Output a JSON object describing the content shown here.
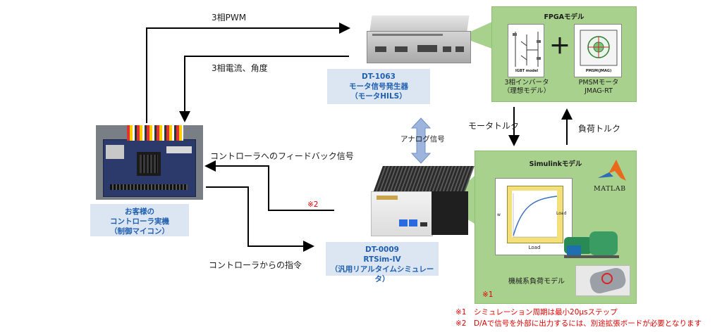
{
  "arrows": {
    "pwm": "3相PWM",
    "current_angle": "3相電流、角度",
    "feedback": "コントローラへのフィードバック信号",
    "command": "コントローラからの指令",
    "analog": "アナログ信号",
    "motor_torque": "モータトルク",
    "load_torque": "負荷トルク",
    "mark2": "※2"
  },
  "controller_box": {
    "line1": "お客様の",
    "line2": "コントローラ実機",
    "line3": "（制御マイコン）"
  },
  "dt1063": {
    "line1": "DT-1063",
    "line2": "モータ信号発生器",
    "line3": "（モータHILS）"
  },
  "dt0009": {
    "line1": "DT-0009",
    "line2": "RTSim-IV",
    "line3": "（汎用リアルタイムシミュレータ）"
  },
  "fpga": {
    "title": "FPGAモデル",
    "inverter_caption1": "3相インバータ",
    "inverter_caption2": "（理想モデル）",
    "pmsm_caption1": "PMSMモータ",
    "pmsm_caption2": "JMAG-RT",
    "inverter_label": "IGBT model",
    "pmsm_label": "PMSM(JMAG)",
    "plus": "＋"
  },
  "simulink": {
    "title": "Simulinkモデル",
    "matlab": "MATLAB",
    "plot_xlabel": "Load",
    "plot_left": "w",
    "plot_right": "Load",
    "caption": "機械系負荷モデル",
    "mark1": "※1"
  },
  "notes": {
    "note1": "※1　シミュレーション周期は最小20μsステップ",
    "note2": "※2　D/Aで信号を外部に出力するには、別途拡張ボードが必要となります"
  }
}
